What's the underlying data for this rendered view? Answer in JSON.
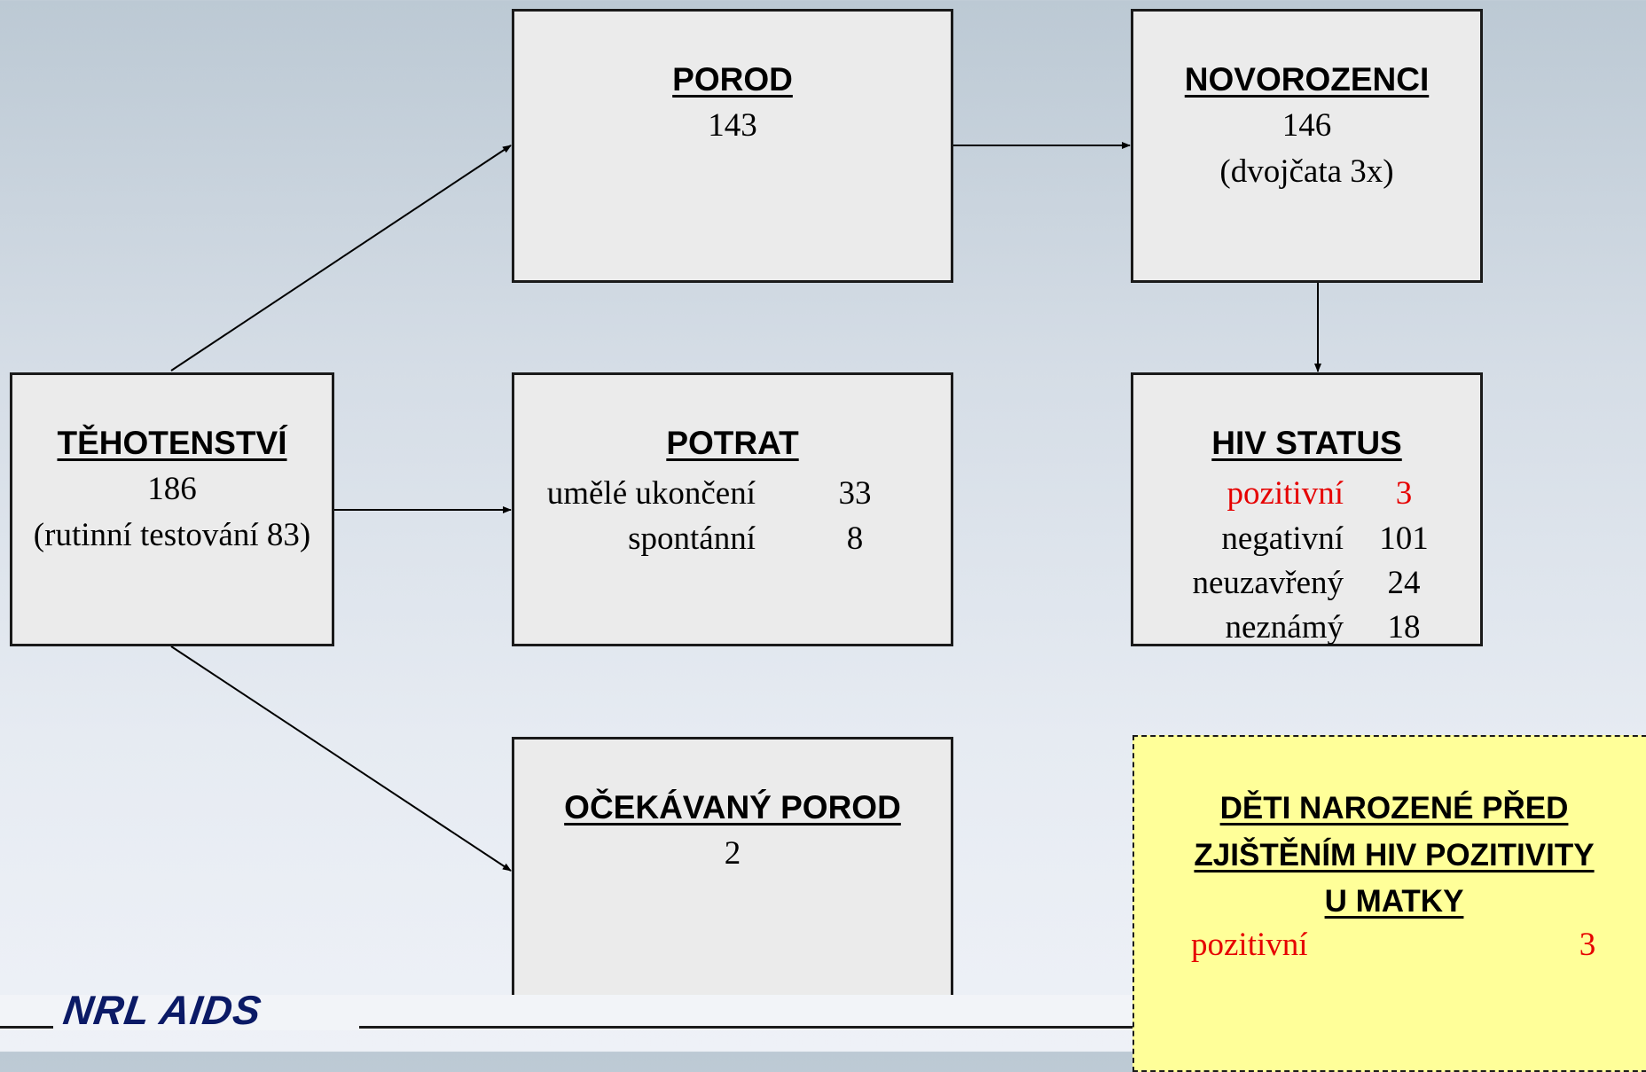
{
  "pregnancy": {
    "title": "TĚHOTENSTVÍ",
    "count": "186",
    "note": "(rutinní testování 83)"
  },
  "birth": {
    "title": "POROD",
    "count": "143"
  },
  "newborns": {
    "title": "NOVOROZENCI",
    "count": "146",
    "note": "(dvojčata 3x)"
  },
  "abortion": {
    "title": "POTRAT",
    "rows": [
      {
        "label": "umělé ukončení",
        "value": "33"
      },
      {
        "label": "spontánní",
        "value": "8"
      }
    ]
  },
  "hiv_status": {
    "title": "HIV STATUS",
    "rows": [
      {
        "label": "pozitivní",
        "value": "3"
      },
      {
        "label": "negativní",
        "value": "101"
      },
      {
        "label": "neuzavřený",
        "value": "24"
      },
      {
        "label": "neznámý",
        "value": "18"
      }
    ]
  },
  "expected_birth": {
    "title": "OČEKÁVANÝ POROD",
    "count": "2"
  },
  "children_note": {
    "title_lines": [
      "DĚTI NAROZENÉ PŘED",
      "ZJIŠTĚNÍM HIV POZITIVITY",
      "U MATKY"
    ],
    "label": "pozitivní",
    "value": "3"
  },
  "logo": "NRL AIDS",
  "colors": {
    "box_fill": "#ebebeb",
    "note_fill": "#ffff99",
    "positive": "#e60000",
    "logo": "#0b1a66"
  }
}
